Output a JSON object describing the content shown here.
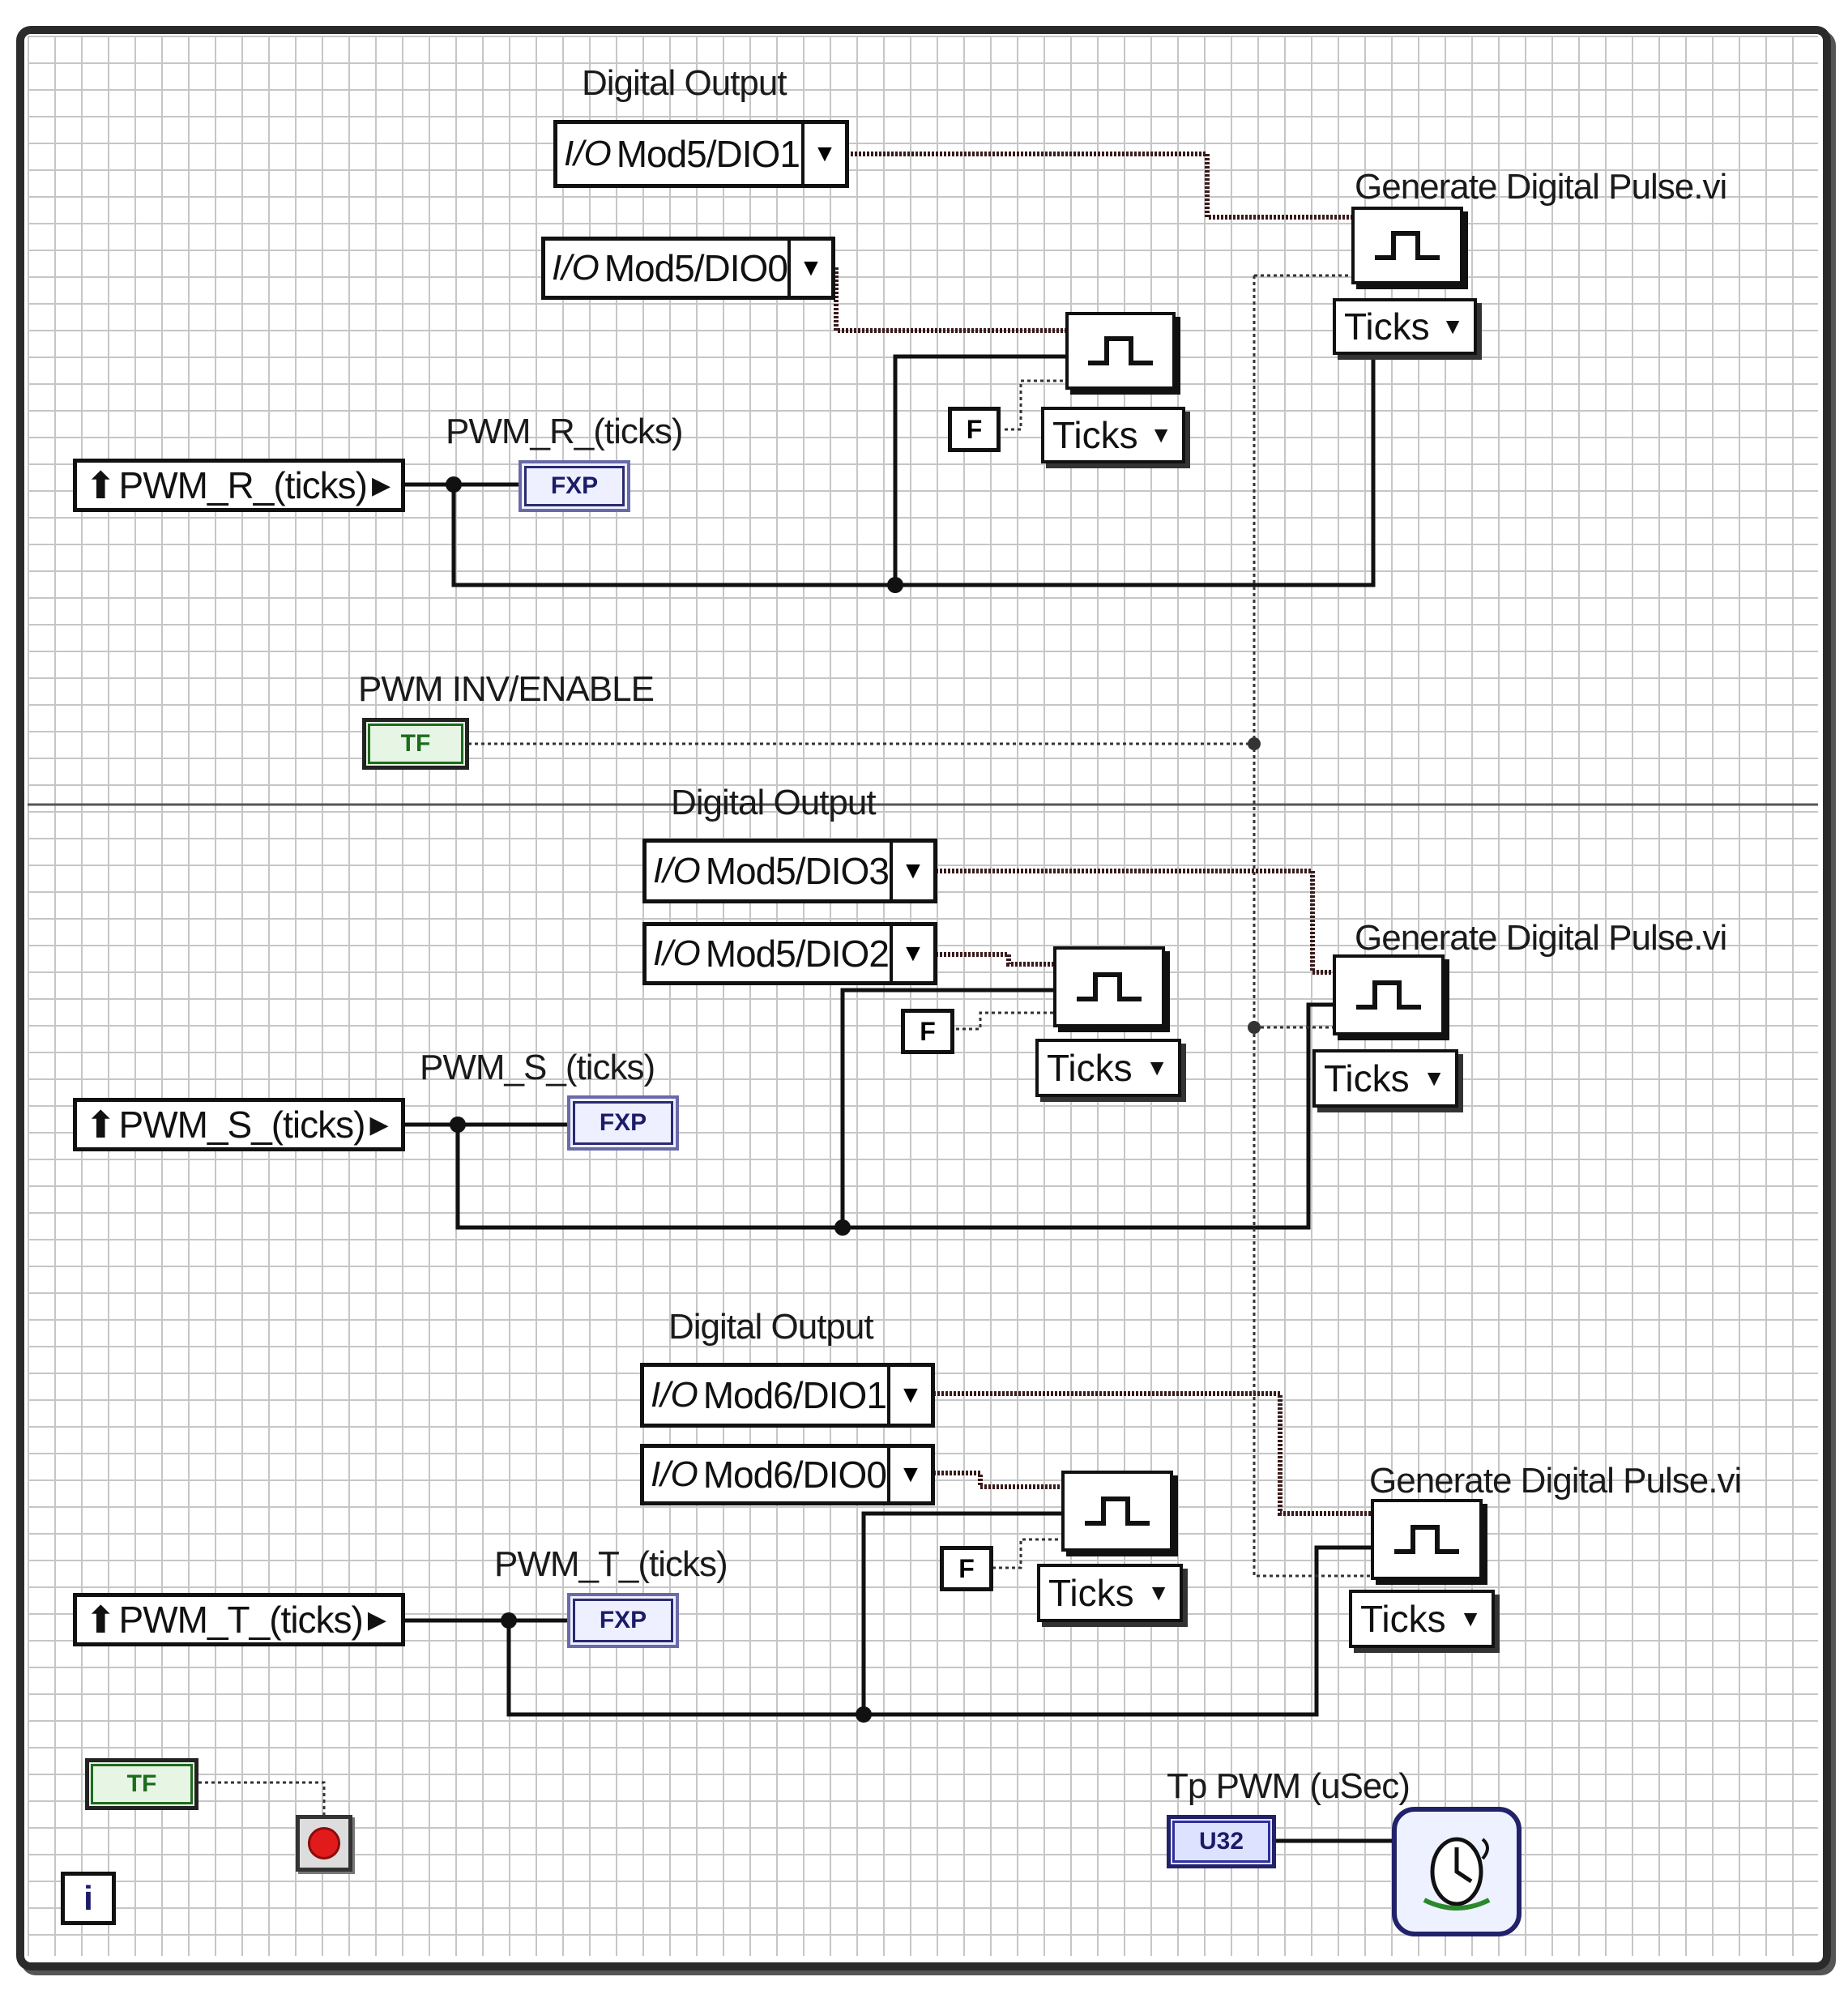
{
  "labels": {
    "digital_output_1": "Digital Output",
    "digital_output_2": "Digital Output",
    "digital_output_3": "Digital Output",
    "gen_pulse_1": "Generate Digital Pulse.vi",
    "gen_pulse_2": "Generate Digital Pulse.vi",
    "gen_pulse_3": "Generate Digital Pulse.vi",
    "pwm_r_indicator": "PWM_R_(ticks)",
    "pwm_s_indicator": "PWM_S_(ticks)",
    "pwm_t_indicator": "PWM_T_(ticks)",
    "pwm_inv_enable": "PWM INV/ENABLE",
    "tp_pwm": "Tp PWM (uSec)"
  },
  "dio_controls": {
    "mod5_dio1": "Mod5/DIO1",
    "mod5_dio0": "Mod5/DIO0",
    "mod5_dio3": "Mod5/DIO3",
    "mod5_dio2": "Mod5/DIO2",
    "mod6_dio1": "Mod6/DIO1",
    "mod6_dio0": "Mod6/DIO0"
  },
  "ticks_label": "Ticks",
  "false_const": "F",
  "fxp_label": "FXP",
  "bool_label": "TF",
  "u32_label": "U32",
  "loop_iter": "i",
  "pwm_sources": {
    "r": "PWM_R_(ticks)",
    "s": "PWM_S_(ticks)",
    "t": "PWM_T_(ticks)"
  },
  "icons": {
    "io": "io-name-icon",
    "drop": "dropdown-arrow-icon",
    "pulse": "pulse-icon",
    "read": "read-arrow-icon",
    "stop": "stop-icon",
    "timed_loop": "timed-loop-icon"
  },
  "colors": {
    "wire_black": "#111111",
    "wire_bool": "#1e6b1e",
    "wire_refnum": "#6b1a1a",
    "grid": "#c6c6c6",
    "stop_red": "#e11b1b"
  }
}
